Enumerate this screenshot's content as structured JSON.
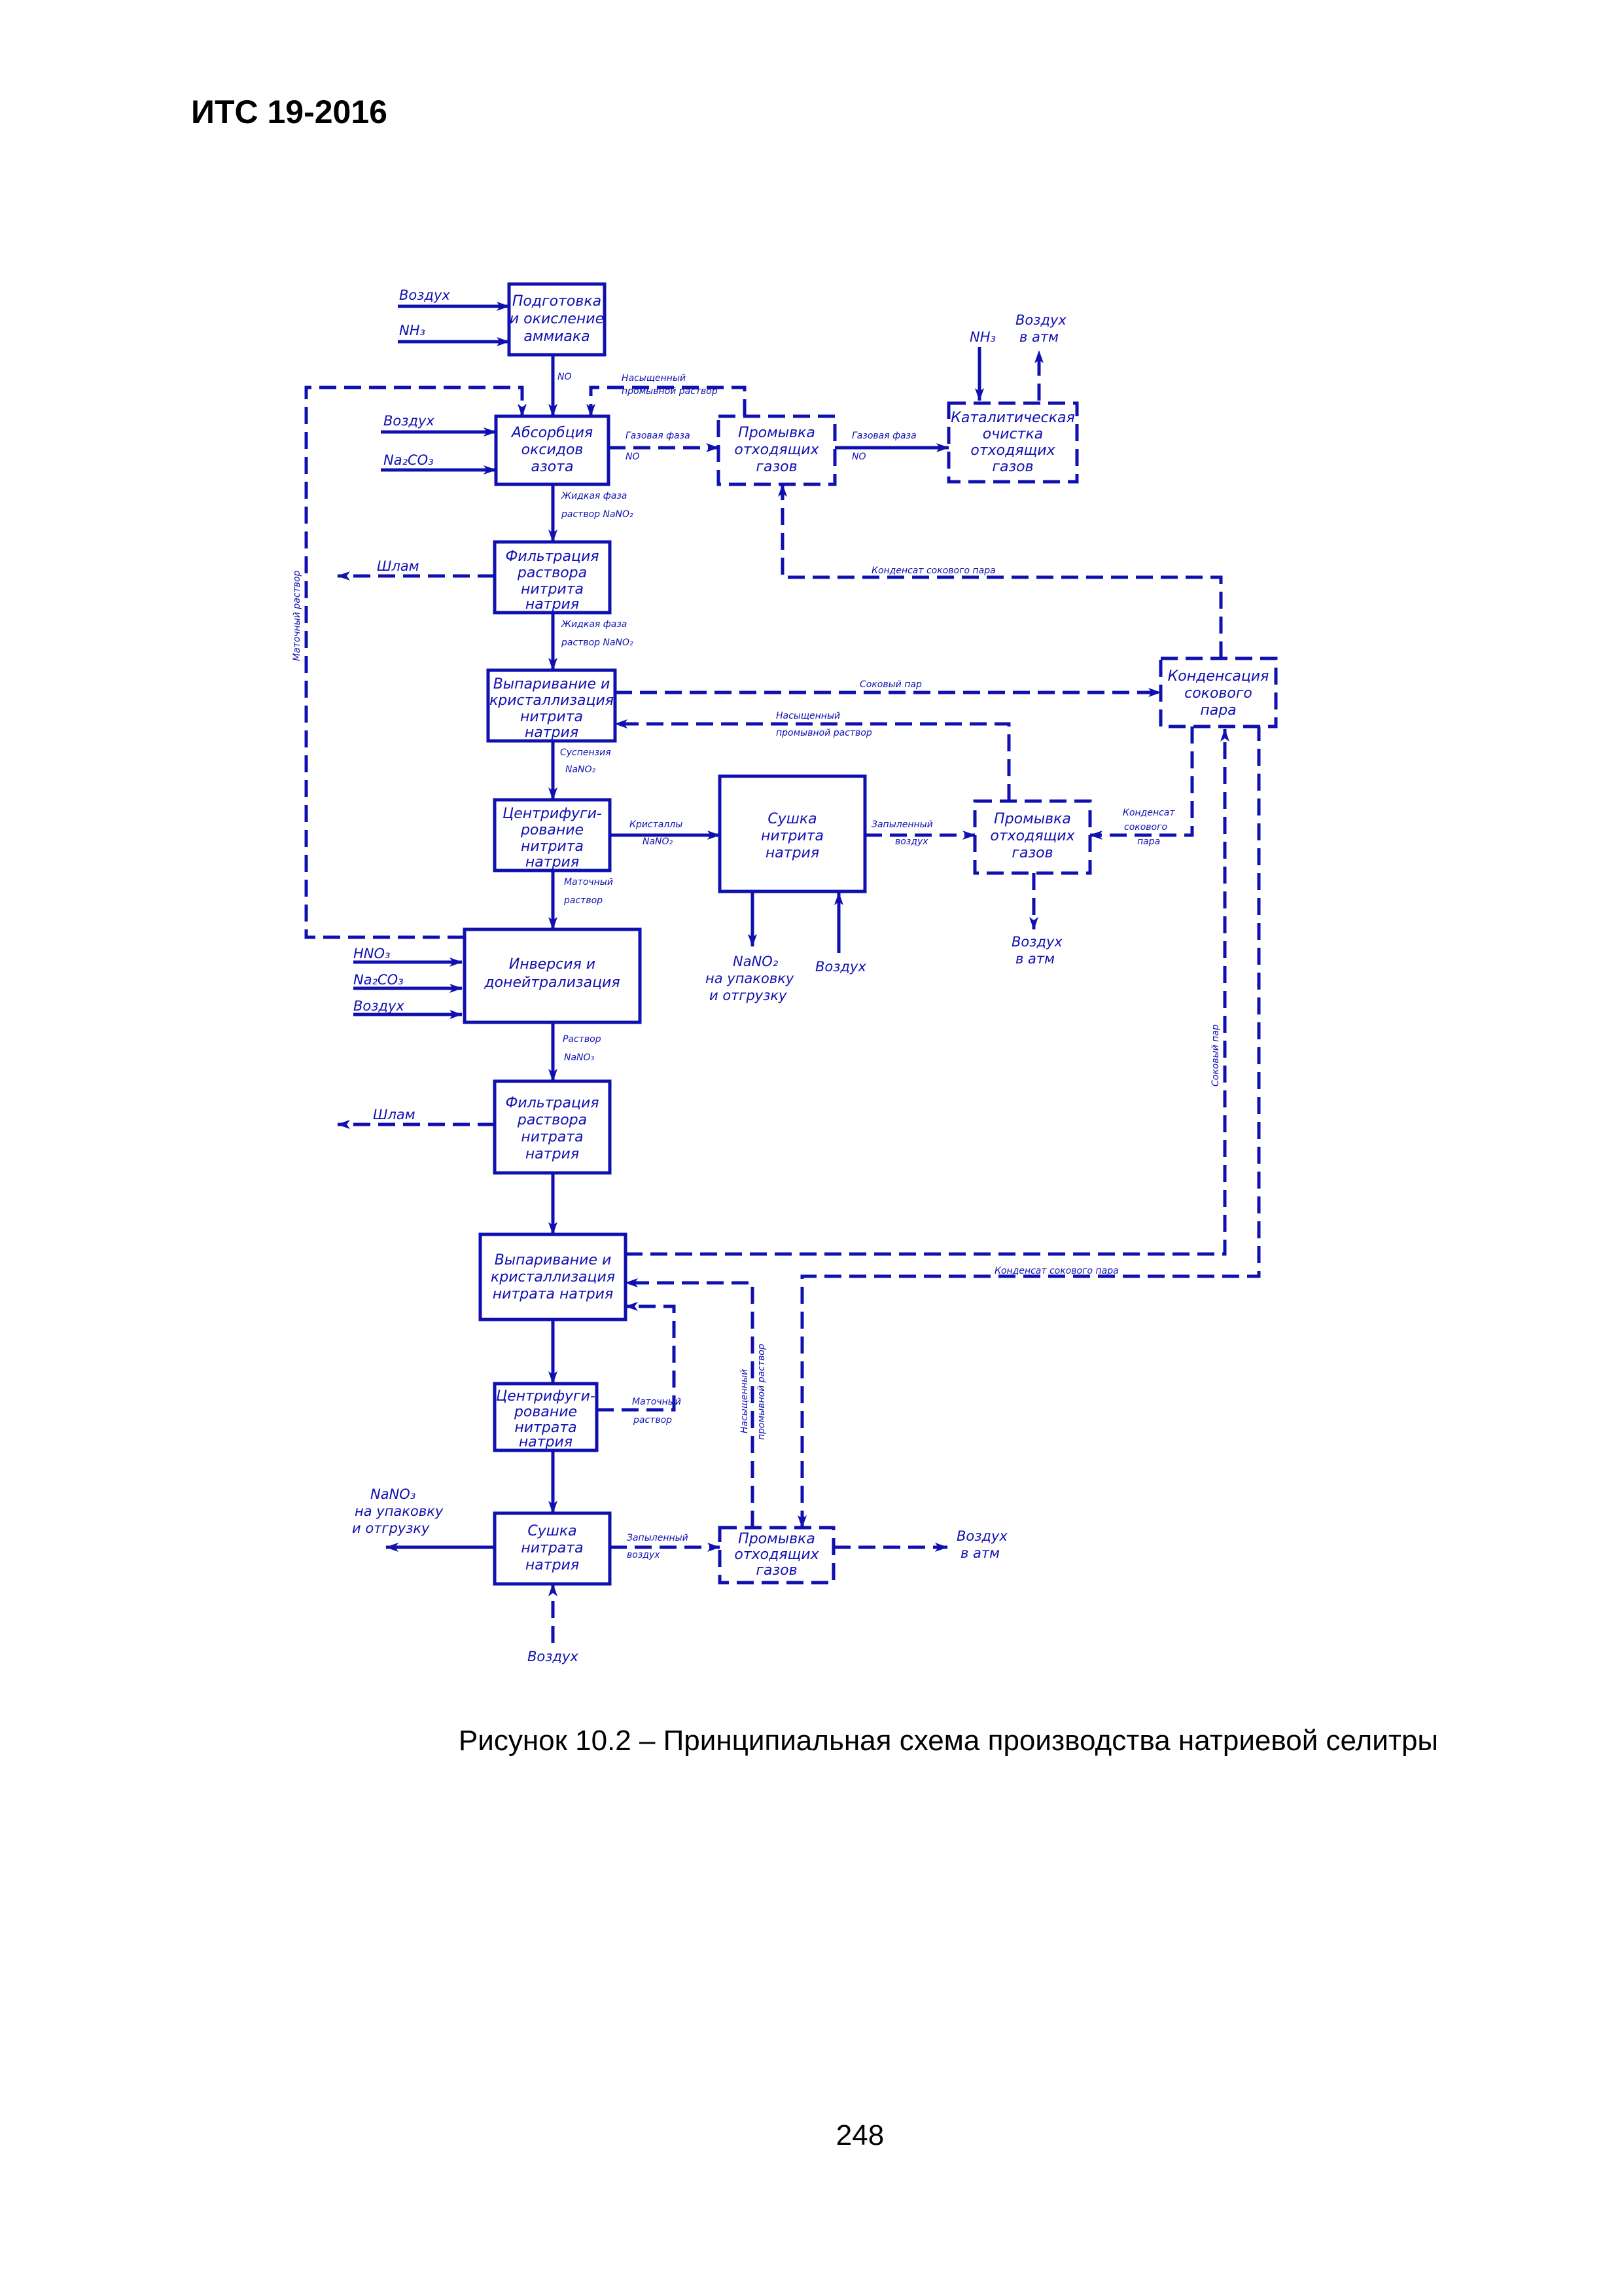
{
  "header": "ИТС 19-2016",
  "caption": "Рисунок 10.2 – Принципиальная схема производства натриевой селитры",
  "page_number": "248",
  "colors": {
    "diagram": "#1010b0"
  },
  "boxes": {
    "b1": [
      "Подготовка",
      "и окисление",
      "аммиака"
    ],
    "b2": [
      "Абсорбция",
      "оксидов",
      "азота"
    ],
    "b3": [
      "Промывка",
      "отходящих",
      "газов"
    ],
    "b4": [
      "Каталитическая",
      "очистка",
      "отходящих",
      "газов"
    ],
    "b5": [
      "Фильтрация",
      "раствора",
      "нитрита",
      "натрия"
    ],
    "b6": [
      "Выпаривание и",
      "кристаллизация",
      "нитрита",
      "натрия"
    ],
    "b7": [
      "Конденсация",
      "сокового",
      "пара"
    ],
    "b8": [
      "Центрифуги-",
      "рование",
      "нитрита",
      "натрия"
    ],
    "b9": [
      "Сушка",
      "нитрита",
      "натрия"
    ],
    "b10": [
      "Промывка",
      "отходящих",
      "газов"
    ],
    "b11": [
      "Инверсия и",
      "донейтрализация"
    ],
    "b12": [
      "Фильтрация",
      "раствора",
      "нитрата",
      "натрия"
    ],
    "b13": [
      "Выпаривание и",
      "кристаллизация",
      "нитрата натрия"
    ],
    "b14": [
      "Центрифуги-",
      "рование",
      "нитрата",
      "натрия"
    ],
    "b15": [
      "Сушка",
      "нитрата",
      "натрия"
    ],
    "b16": [
      "Промывка",
      "отходящих",
      "газов"
    ]
  },
  "labels": {
    "air": "Воздух",
    "nh3": "NH₃",
    "na2co3": "Na₂CO₃",
    "hno3": "HNO₃",
    "sludge": "Шлам",
    "air_out": [
      "Воздух",
      "в атм"
    ],
    "nitrite_out": [
      "NaNO₂",
      "на упаковку",
      "и отгрузку"
    ],
    "nitrate_out": [
      "NaNO₃",
      "на упаковку",
      "и отгрузку"
    ]
  },
  "small_labels": {
    "no": "NO",
    "sat_wash_top": [
      "Насыщенный",
      "промывной раствор"
    ],
    "gas_phase_1": [
      "Газовая фаза",
      "NO"
    ],
    "gas_phase_2": [
      "Газовая фаза",
      "NO"
    ],
    "liquid_phase_1": [
      "Жидкая фаза",
      "раствор NaNO₂"
    ],
    "liquid_phase_2": [
      "Жидкая фаза",
      "раствор NaNO₂"
    ],
    "condensate_top": "Конденсат сокового пара",
    "juice_steam_1": "Соковый пар",
    "sat_wash_mid": [
      "Насыщенный",
      "промывной раствор"
    ],
    "suspension": [
      "Суспензия",
      "NaNO₂"
    ],
    "crystals": [
      "Кристаллы",
      "NaNO₂"
    ],
    "dusty_air_1": [
      "Запыленный",
      "воздух"
    ],
    "condensate_mid": [
      "Конденсат",
      "сокового",
      "пара"
    ],
    "mother_liquor_1": [
      "Маточный",
      "раствор"
    ],
    "solution_nano3": [
      "Раствор",
      "NaNO₃"
    ],
    "juice_steam_2": "Соковый пар",
    "condensate_bottom": "Конденсат сокового пара",
    "mother_liquor_2": [
      "Маточный",
      "раствор"
    ],
    "dusty_air_2": [
      "Запыленный",
      "воздух"
    ],
    "sat_wash_bottom": [
      "Насыщенный",
      "промывной раствор"
    ],
    "mother_liquor_return": "Маточный раствор"
  }
}
